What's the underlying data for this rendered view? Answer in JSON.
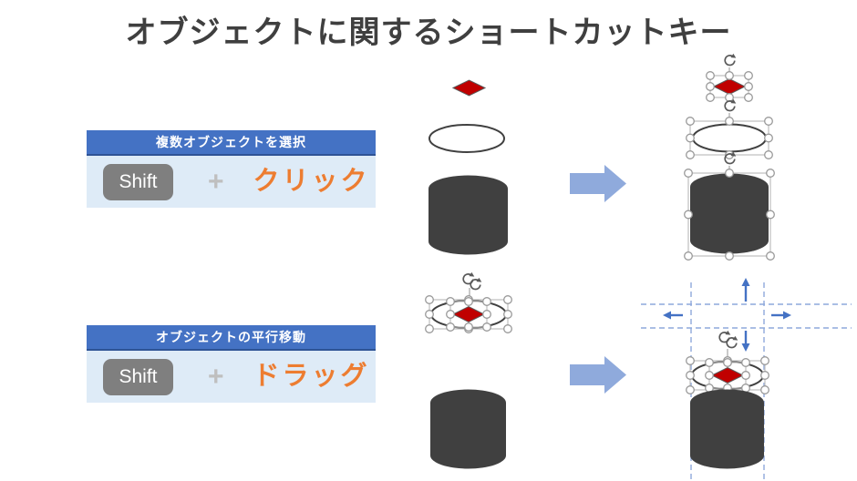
{
  "title": "オブジェクトに関するショートカットキー",
  "cards": [
    {
      "header": "複数オブジェクトを選択",
      "key": "Shift",
      "plus": "+",
      "action": "クリック"
    },
    {
      "header": "オブジェクトの平行移動",
      "key": "Shift",
      "plus": "+",
      "action": "ドラッグ"
    }
  ],
  "colors": {
    "title_text": "#3F3F3F",
    "card_header_bg": "#4472C4",
    "card_header_border": "#2E5395",
    "card_body_bg": "#DEEBF7",
    "key_bg": "#7F7F7F",
    "key_text": "#FFFFFF",
    "plus_gray": "#BFBFBF",
    "action_orange": "#ED7D31",
    "shape_red": "#C00000",
    "shape_dark_gray": "#404040",
    "big_arrow_blue": "#8FAADC",
    "guide_dash_blue": "#8EA9DB",
    "move_arrow_blue": "#4472C4",
    "selection_handle_stroke": "#999999"
  },
  "icons": {
    "rotate_handle": "⟳",
    "right_arrow": "➡",
    "arrow_up": "↑",
    "arrow_down": "↓",
    "arrow_left": "←",
    "arrow_right": "→"
  }
}
